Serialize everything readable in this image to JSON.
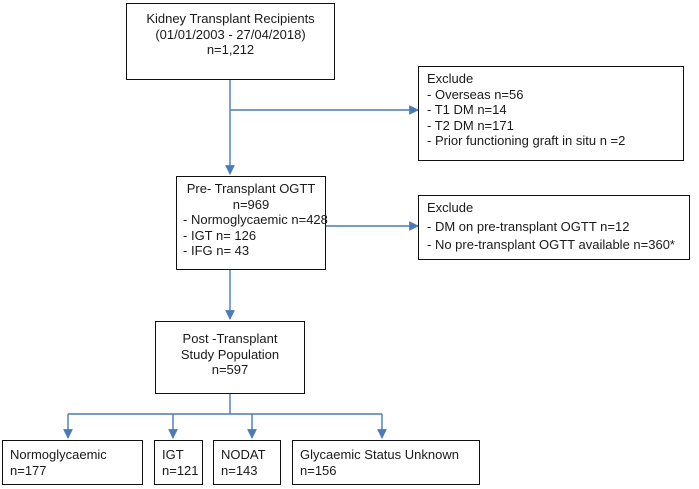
{
  "colors": {
    "connector": "#4a7ab8",
    "border": "#111111"
  },
  "recipients": {
    "title": "Kidney Transplant Recipients",
    "period": "(01/01/2003 - 27/04/2018)",
    "n": "n=1,212"
  },
  "exclude1": {
    "title": "Exclude",
    "items": [
      "Overseas n=56",
      "T1 DM n=14",
      "T2 DM n=171",
      "Prior functioning graft in situ n =2"
    ]
  },
  "pre": {
    "title": "Pre- Transplant OGTT",
    "n": "n=969",
    "items": [
      "Normoglycaemic n=428",
      "IGT n= 126",
      "IFG n= 43"
    ]
  },
  "exclude2": {
    "title": "Exclude",
    "items": [
      "DM on pre-transplant OGTT n=12",
      "No pre-transplant OGTT available  n=360*"
    ]
  },
  "post": {
    "line1": "Post -Transplant",
    "line2": "Study Population",
    "n": "n=597"
  },
  "outcomes": [
    {
      "label": "Normoglycaemic",
      "n": "n=177"
    },
    {
      "label": "IGT",
      "n": "n=121"
    },
    {
      "label": "NODAT",
      "n": "n=143"
    },
    {
      "label": "Glycaemic Status Unknown",
      "n": "n=156"
    }
  ]
}
